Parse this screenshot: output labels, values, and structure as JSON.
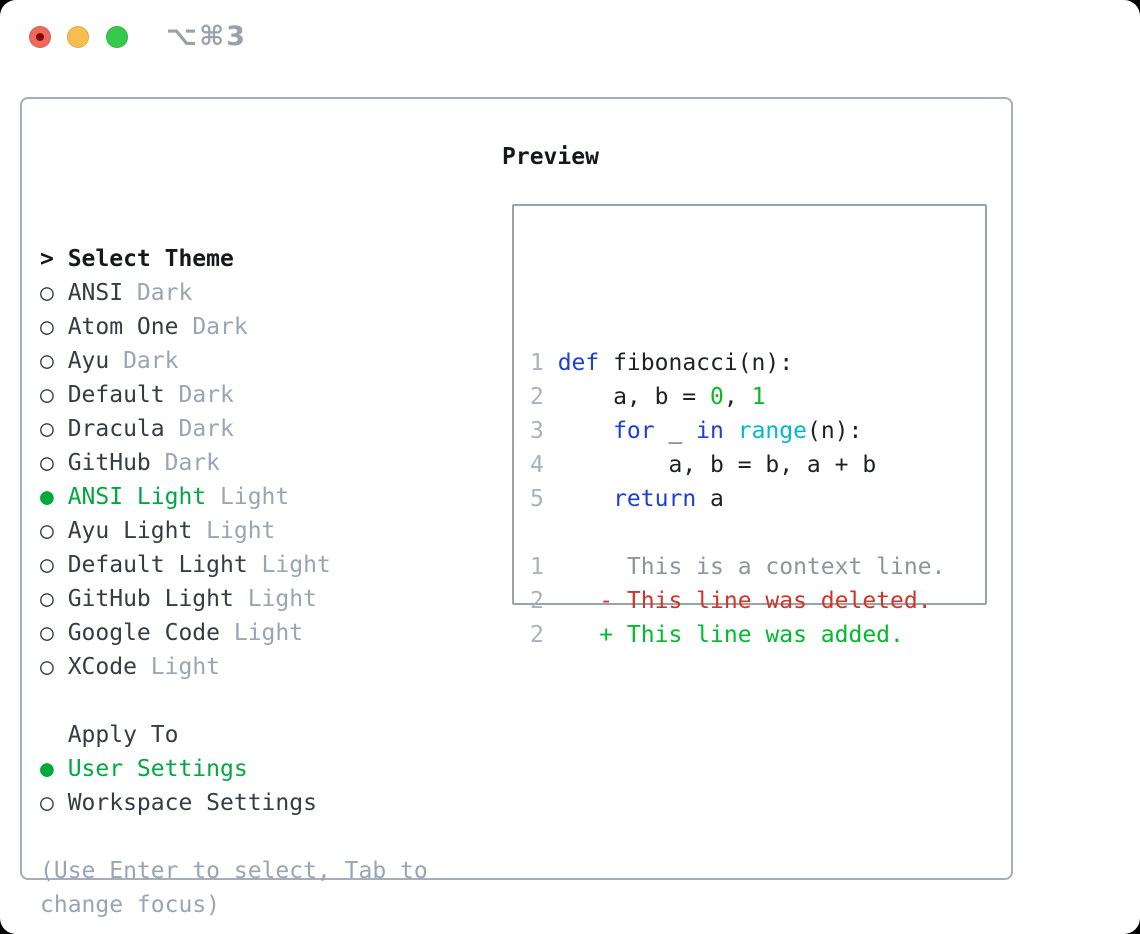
{
  "colors": {
    "accent_green": "#00a83f",
    "text": "#363c44",
    "heading": "#15181c",
    "muted": "#9aa5b2",
    "line_number": "#a9b2bf",
    "context_gray": "#8e959d",
    "code_text": "#1d2126",
    "keyword_blue": "#1e40d2",
    "function_cyan": "#00b9cd",
    "number_green": "#10b822",
    "added_green": "#00bb2e",
    "deleted_red": "#ce3628",
    "panel_border": "#a7aeb8",
    "box_border": "#9aa3ad",
    "titlebar_gray": "#9aa1aa",
    "traffic_red": "#ee6a5f",
    "traffic_red_dot": "#860d06",
    "traffic_yellow": "#f5bf4f",
    "traffic_green": "#37c94d"
  },
  "window": {
    "title": "⌥⌘3"
  },
  "theme_picker": {
    "header": {
      "marker": ">",
      "label": "Select Theme"
    },
    "items": [
      {
        "marker": "○",
        "name": "ANSI",
        "variant": "Dark",
        "selected": false
      },
      {
        "marker": "○",
        "name": "Atom One",
        "variant": "Dark",
        "selected": false
      },
      {
        "marker": "○",
        "name": "Ayu",
        "variant": "Dark",
        "selected": false
      },
      {
        "marker": "○",
        "name": "Default",
        "variant": "Dark",
        "selected": false
      },
      {
        "marker": "○",
        "name": "Dracula",
        "variant": "Dark",
        "selected": false
      },
      {
        "marker": "○",
        "name": "GitHub",
        "variant": "Dark",
        "selected": false
      },
      {
        "marker": "●",
        "name": "ANSI Light",
        "variant": "Light",
        "selected": true
      },
      {
        "marker": "○",
        "name": "Ayu Light",
        "variant": "Light",
        "selected": false
      },
      {
        "marker": "○",
        "name": "Default Light",
        "variant": "Light",
        "selected": false
      },
      {
        "marker": "○",
        "name": "GitHub Light",
        "variant": "Light",
        "selected": false
      },
      {
        "marker": "○",
        "name": "Google Code",
        "variant": "Light",
        "selected": false
      },
      {
        "marker": "○",
        "name": "XCode",
        "variant": "Light",
        "selected": false
      }
    ],
    "apply_to": {
      "header": "Apply To",
      "options": [
        {
          "marker": "●",
          "label": "User Settings",
          "selected": true
        },
        {
          "marker": "○",
          "label": "Workspace Settings",
          "selected": false
        }
      ]
    },
    "help_lines": [
      "(Use Enter to select, Tab to",
      "change focus)"
    ]
  },
  "preview": {
    "title": "Preview",
    "lines": [
      {
        "num": "1",
        "tokens": [
          [
            "def",
            "kw"
          ],
          [
            " fibonacci(n):",
            "fg"
          ]
        ]
      },
      {
        "num": "2",
        "tokens": [
          [
            "    a, b = ",
            "fg"
          ],
          [
            "0",
            "num"
          ],
          [
            ", ",
            "fg"
          ],
          [
            "1",
            "num"
          ]
        ]
      },
      {
        "num": "3",
        "tokens": [
          [
            "    ",
            "fg"
          ],
          [
            "for",
            "kw"
          ],
          [
            " _ ",
            "fg"
          ],
          [
            "in",
            "kw"
          ],
          [
            " ",
            "fg"
          ],
          [
            "range",
            "fn"
          ],
          [
            "(n):",
            "fg"
          ]
        ]
      },
      {
        "num": "4",
        "tokens": [
          [
            "        a, b = b, a + b",
            "fg"
          ]
        ]
      },
      {
        "num": "5",
        "tokens": [
          [
            "    ",
            "fg"
          ],
          [
            "return",
            "kw"
          ],
          [
            " a",
            "fg"
          ]
        ]
      },
      {
        "num": "",
        "tokens": []
      },
      {
        "num": "1",
        "tokens": [
          [
            "     This is a context line.",
            "ctx"
          ]
        ]
      },
      {
        "num": "2",
        "tokens": [
          [
            "   - This line was deleted.",
            "del"
          ]
        ]
      },
      {
        "num": "2",
        "tokens": [
          [
            "   + This line was added.",
            "add"
          ]
        ]
      }
    ]
  }
}
